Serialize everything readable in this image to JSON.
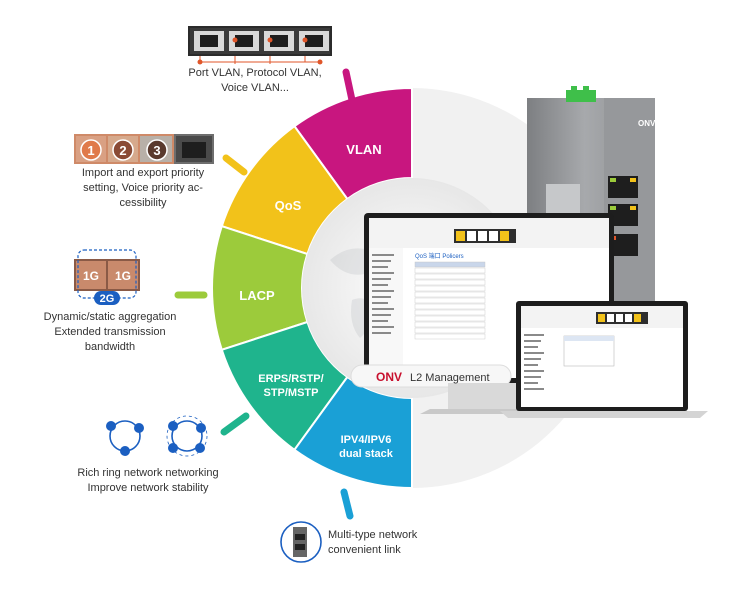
{
  "segments": [
    {
      "name": "VLAN",
      "color": "#c8167f",
      "line2": ""
    },
    {
      "name": "QoS",
      "color": "#f2c21a",
      "line2": ""
    },
    {
      "name": "LACP",
      "color": "#9ccb3b",
      "line2": ""
    },
    {
      "name": "ERPS/RSTP/",
      "color": "#1fb48d",
      "line2": "STP/MSTP"
    },
    {
      "name": "IPV4/IPV6",
      "color": "#1aa0d6",
      "line2": "dual stack"
    }
  ],
  "labels": {
    "vlan": [
      "Port VLAN, Protocol VLAN,",
      "Voice VLAN..."
    ],
    "qos": [
      "Import and export priority",
      "setting, Voice priority ac-",
      "cessibility"
    ],
    "lacp": [
      "Dynamic/static aggregation",
      "Extended transmission",
      "bandwidth"
    ],
    "erps": [
      "Rich ring network networking",
      "Improve network stability"
    ],
    "ipv": [
      "Multi-type network",
      "convenient link"
    ]
  },
  "priority_badges": [
    "1",
    "2",
    "3"
  ],
  "lacp_ports": [
    "1G",
    "1G"
  ],
  "lacp_aggregate": "2G",
  "monitor": {
    "brand": "ONV",
    "product": "L2 Management",
    "table_title": "QoS 端口 Policers"
  },
  "device_brand": "ONV"
}
